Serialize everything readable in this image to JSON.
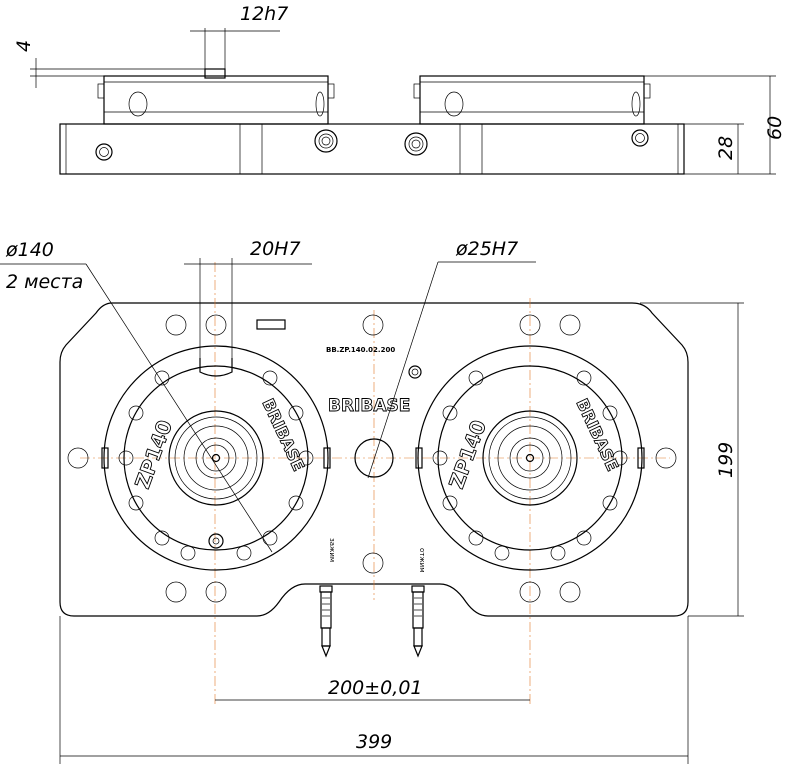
{
  "side_view": {
    "dim_slot_width": "12h7",
    "dim_key_height": "4",
    "dim_base_height": "28",
    "dim_total_height": "60"
  },
  "top_view": {
    "dim_chuck_diameter": "ø140",
    "dim_chuck_count": "2 места",
    "dim_slot": "20H7",
    "dim_center_bore": "ø25H7",
    "dim_height": "199",
    "dim_pitch": "200±0,01",
    "dim_width": "399",
    "part_number": "BB.ZP.140.02.200",
    "brand": "BRIBASE",
    "chuck_model": "ZP140",
    "chuck_brand": "BRIBASE",
    "fitting_left_label": "зажим",
    "fitting_right_label": "отжим"
  },
  "colors": {
    "line": "#000000",
    "centerline": "#e07a2a",
    "background": "#ffffff"
  }
}
